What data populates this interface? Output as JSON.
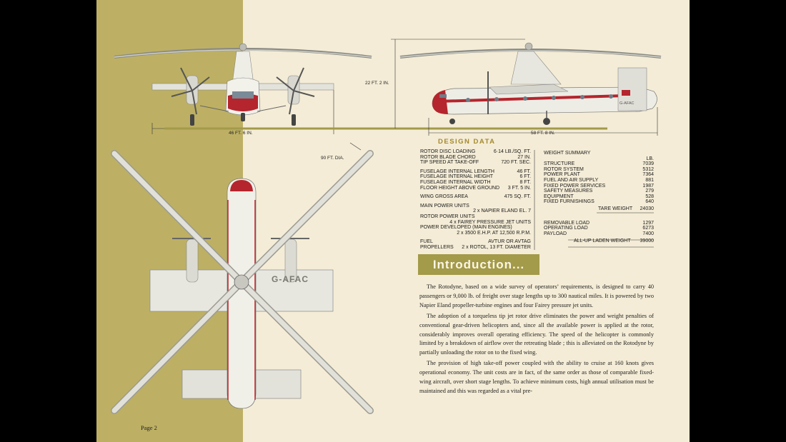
{
  "page": {
    "page_number": "Page 2",
    "colors": {
      "olive_panel": "#bdb064",
      "paper": "#f4ecd6",
      "accent_red": "#b5252d",
      "banner": "#a39a4a"
    }
  },
  "drawings": {
    "aircraft_registration": "G-AFAC",
    "front_span_label": "46 FT.  6 IN.",
    "side_height_label": "22 FT.  2 IN.",
    "side_length_label": "58 FT.  8 IN.",
    "rotor_diameter_label": "90 FT.  DIA."
  },
  "design_data": {
    "title": "DESIGN  DATA",
    "group1": [
      {
        "label": "ROTOR DISC LOADING",
        "value": "6·14 LB./SQ. FT."
      },
      {
        "label": "ROTOR BLADE CHORD",
        "value": "27 IN."
      },
      {
        "label": "TIP SPEED AT TAKE-OFF",
        "value": "720 FT. SEC."
      }
    ],
    "group2": [
      {
        "label": "FUSELAGE INTERNAL LENGTH",
        "value": "46 FT."
      },
      {
        "label": "FUSELAGE INTERNAL HEIGHT",
        "value": "6 FT."
      },
      {
        "label": "FUSELAGE INTERNAL WIDTH",
        "value": "8 FT."
      },
      {
        "label": "FLOOR HEIGHT ABOVE GROUND",
        "value": "3 FT. 5 IN."
      }
    ],
    "wing_area": {
      "label": "WING GROSS AREA",
      "value": "475 SQ. FT."
    },
    "main_power_label": "MAIN POWER UNITS",
    "main_power_value": "2 x NAPIER ELAND EL. 7",
    "rotor_power_label": "ROTOR POWER UNITS",
    "rotor_power_value": "4 x FAIREY PRESSURE JET UNITS",
    "power_dev_label": "POWER DEVELOPED (MAIN ENGINES)",
    "power_dev_value": "2 x 3500 E.H.P. AT 12,500 R.P.M.",
    "fuel": {
      "label": "FUEL",
      "value": "AVTUR OR AVTAG"
    },
    "propellers": {
      "label": "PROPELLERS",
      "value": "2 x ROTOL, 13 FT. DIAMETER"
    }
  },
  "weight_summary": {
    "title": "WEIGHT SUMMARY",
    "unit": "LB.",
    "items": [
      {
        "label": "STRUCTURE",
        "value": "7039"
      },
      {
        "label": "ROTOR SYSTEM",
        "value": "5312"
      },
      {
        "label": "POWER PLANT",
        "value": "7364"
      },
      {
        "label": "FUEL AND AIR SUPPLY",
        "value": "881"
      },
      {
        "label": "FIXED POWER SERVICES",
        "value": "1987"
      },
      {
        "label": "SAFETY MEASURES",
        "value": "279"
      },
      {
        "label": "EQUIPMENT",
        "value": "528"
      },
      {
        "label": "FIXED FURNISHINGS",
        "value": "640"
      }
    ],
    "tare_label": "TARE WEIGHT",
    "tare_value": "24030",
    "loads": [
      {
        "label": "REMOVABLE LOAD",
        "value": "1297"
      },
      {
        "label": "OPERATING LOAD",
        "value": "6273"
      },
      {
        "label": "PAYLOAD",
        "value": "7400"
      }
    ],
    "laden_label": "ALL-UP LADEN WEIGHT",
    "laden_value": "39000"
  },
  "introduction": {
    "heading": "Introduction...",
    "paragraphs": [
      "The Rotodyne, based on a wide survey of operators’ requirements, is designed to carry 40 passengers or 9,000 lb. of freight over stage lengths up to 300 nautical miles. It is powered by two Napier Eland propeller-turbine engines and four Fairey pressure jet units.",
      "The adoption of a torqueless tip jet rotor drive eliminates the power and weight penalties of conventional gear-driven helicopters and, since all the available power is applied at the rotor, considerably improves overall operating efficiency.  The speed of the helicopter is commonly limited by a breakdown of airflow over the retreating blade ; this is alleviated on the Rotodyne by partially unloading the rotor on to the fixed wing.",
      "The provision of high take-off power coupled with the ability to cruise at 160 knots gives operational economy.  The unit costs are in fact, of the same order as those of comparable fixed-wing aircraft, over short stage lengths.  To achieve minimum costs, high annual utilisation must be maintained and this was regarded as a vital pre-"
    ]
  }
}
